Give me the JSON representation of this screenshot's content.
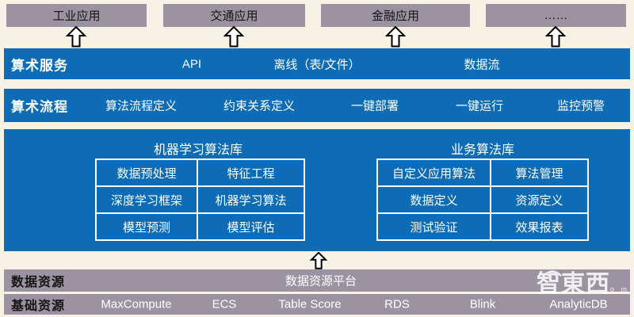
{
  "top_apps": {
    "items": [
      {
        "label": "工业应用"
      },
      {
        "label": "交通应用"
      },
      {
        "label": "金融应用"
      },
      {
        "label": "……"
      }
    ]
  },
  "service_band": {
    "title": "算术服务",
    "items": [
      {
        "label": "API"
      },
      {
        "label": "离线（表/文件）"
      },
      {
        "label": "数据流"
      }
    ]
  },
  "flow_band": {
    "title": "算术流程",
    "items": [
      {
        "label": "算法流程定义"
      },
      {
        "label": "约束关系定义"
      },
      {
        "label": "一键部署"
      },
      {
        "label": "一键运行"
      },
      {
        "label": "监控预警"
      }
    ]
  },
  "libraries": {
    "ml": {
      "title": "机器学习算法库",
      "cells": [
        [
          "数据预处理",
          "特征工程"
        ],
        [
          "深度学习框架",
          "机器学习算法"
        ],
        [
          "模型预测",
          "模型评估"
        ]
      ]
    },
    "biz": {
      "title": "业务算法库",
      "cells": [
        [
          "自定义应用算法",
          "算法管理"
        ],
        [
          "数据定义",
          "资源定义"
        ],
        [
          "测试验证",
          "效果报表"
        ]
      ]
    }
  },
  "data_band": {
    "title": "数据资源",
    "platform_label": "数据资源平台"
  },
  "infra_band": {
    "title": "基础资源",
    "items": [
      {
        "label": "MaxCompute"
      },
      {
        "label": "ECS"
      },
      {
        "label": "Table Score"
      },
      {
        "label": "RDS"
      },
      {
        "label": "Blink"
      },
      {
        "label": "AnalyticDB"
      }
    ]
  },
  "watermark": {
    "text": "智東西",
    "suffix": "o m"
  },
  "icons": {
    "up_arrow": "block-up-arrow",
    "watermark_arcs": "wifi-arcs"
  },
  "colors": {
    "band_blue": "#0d6cb5",
    "box_mauve": "#9c93a2",
    "background": "#f6f2e6",
    "text_dark": "#141414",
    "text_light": "#ffffff"
  }
}
